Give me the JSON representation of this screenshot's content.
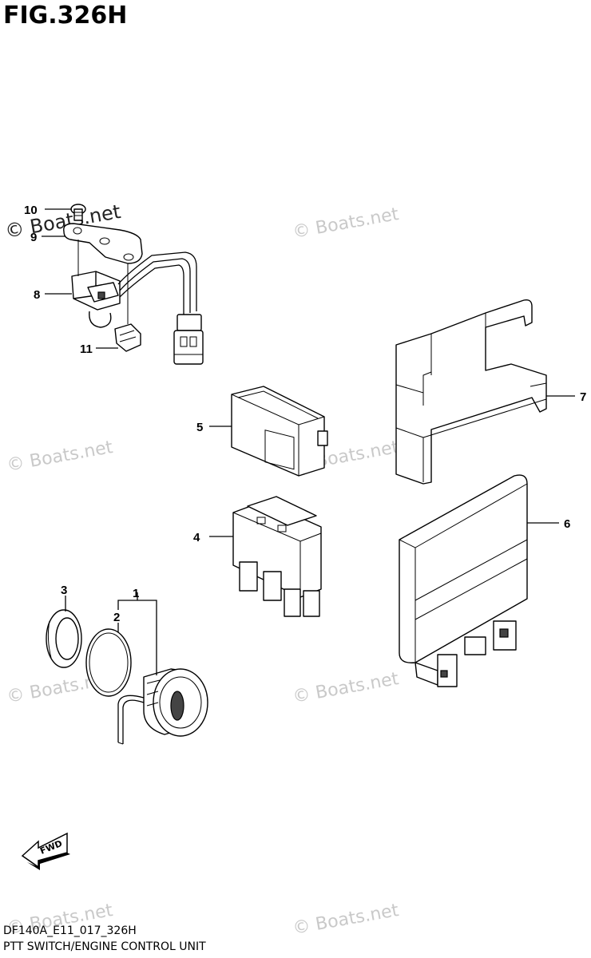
{
  "figure": {
    "title": "FIG.326H",
    "code": "DF140A_E11_017_326H",
    "description": "PTT SWITCH/ENGINE CONTROL UNIT"
  },
  "watermark": "© Boats.net",
  "callouts": {
    "c1": "1",
    "c2": "2",
    "c3": "3",
    "c4": "4",
    "c5": "5",
    "c6": "6",
    "c7": "7",
    "c8": "8",
    "c9": "9",
    "c10": "10",
    "c11": "11"
  },
  "direction_label": "FWD"
}
